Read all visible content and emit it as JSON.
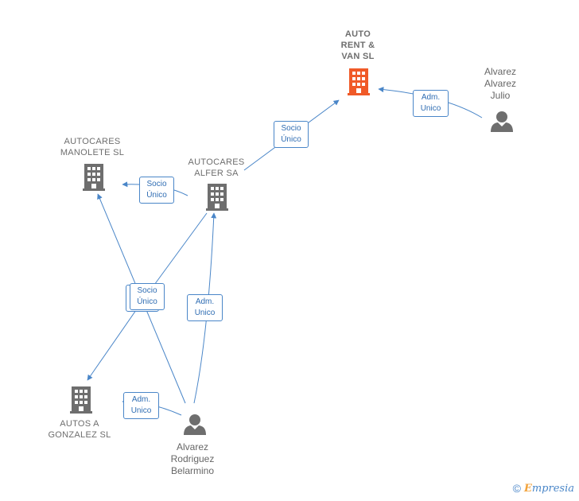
{
  "colors": {
    "edge": "#4a86c8",
    "company": "#6e6e6e",
    "focus_company": "#f05a28",
    "person": "#6e6e6e"
  },
  "nodes": {
    "auto_rent": {
      "label": "AUTO\nRENT &\nVAN  SL",
      "icon": "building-icon",
      "focus": true
    },
    "julio": {
      "label": "Alvarez\nAlvarez\nJulio",
      "icon": "person-icon"
    },
    "manolete": {
      "label": "AUTOCARES\nMANOLETE SL",
      "icon": "building-icon"
    },
    "alfer": {
      "label": "AUTOCARES\nALFER SA",
      "icon": "building-icon"
    },
    "gonzalez": {
      "label": "AUTOS A\nGONZALEZ  SL",
      "icon": "building-icon"
    },
    "belarmino": {
      "label": "Alvarez\nRodriguez\nBelarmino",
      "icon": "person-icon"
    }
  },
  "edges": {
    "alfer_to_autorent": "Socio\nÚnico",
    "julio_to_autorent": "Adm.\nUnico",
    "alfer_to_manolete": "Socio\nÚnico",
    "belarmino_socio": "Socio\nÚnico",
    "belarmino_to_alfer": "Adm.\nUnico",
    "belarmino_to_gonzalez": "Adm.\nUnico"
  },
  "footer": {
    "copyright_symbol": "©",
    "brand_initial": "E",
    "brand_rest": "mpresia"
  }
}
